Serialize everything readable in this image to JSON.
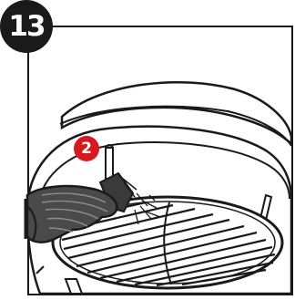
{
  "step": {
    "number": "13"
  },
  "callout": {
    "number": "2"
  },
  "colors": {
    "callout": "#d71920",
    "ink": "#1a1a1a",
    "glove": "#4a4a4a",
    "shadow": "#8c8c8c"
  },
  "icons": {
    "illustration": "grill-cleaning-illustration",
    "glove": "glove-icon",
    "brush": "brush-icon"
  }
}
